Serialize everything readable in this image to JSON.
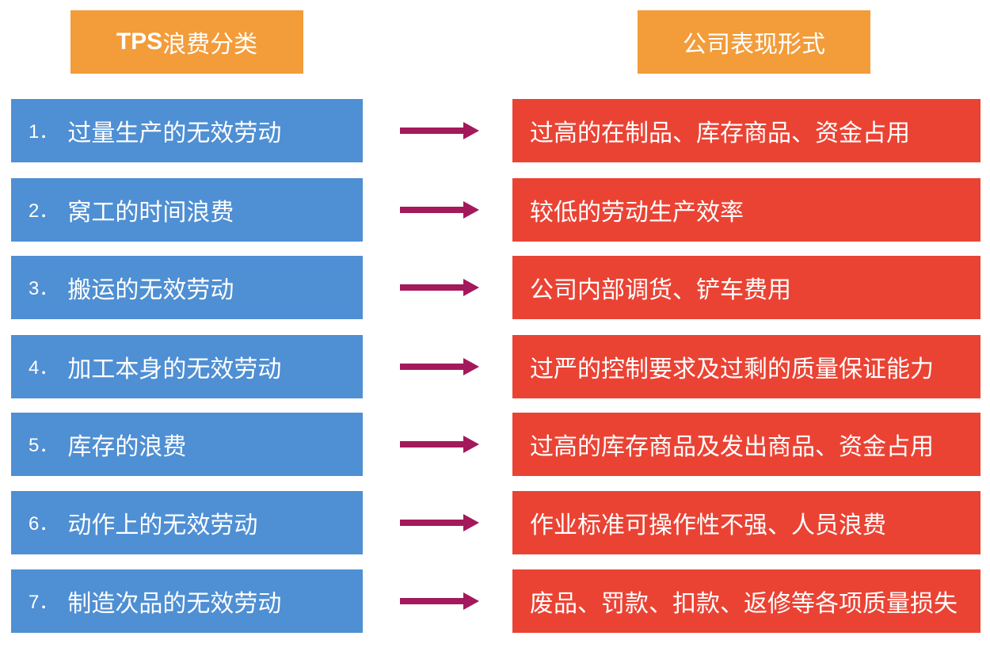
{
  "headers": {
    "left": {
      "prefix": "TPS",
      "text": "浪费分类"
    },
    "right": "公司表现形式"
  },
  "rows": [
    {
      "num": "1．",
      "category": "过量生产的无效劳动",
      "manifestation": "过高的在制品、库存商品、资金占用"
    },
    {
      "num": "2．",
      "category": "窝工的时间浪费",
      "manifestation": "较低的劳动生产效率"
    },
    {
      "num": "3．",
      "category": "搬运的无效劳动",
      "manifestation": "公司内部调货、铲车费用"
    },
    {
      "num": "4．",
      "category": "加工本身的无效劳动",
      "manifestation": "过严的控制要求及过剩的质量保证能力"
    },
    {
      "num": "5．",
      "category": "库存的浪费",
      "manifestation": "过高的库存商品及发出商品、资金占用"
    },
    {
      "num": "6．",
      "category": "动作上的无效劳动",
      "manifestation": "作业标准可操作性不强、人员浪费"
    },
    {
      "num": "7．",
      "category": "制造次品的无效劳动",
      "manifestation": "废品、罚款、扣款、返修等各项质量损失"
    }
  ],
  "colors": {
    "header": "#f39c3a",
    "category_box": "#4f8fd3",
    "manifestation_box": "#ea4334",
    "arrow": "#a3195b"
  }
}
